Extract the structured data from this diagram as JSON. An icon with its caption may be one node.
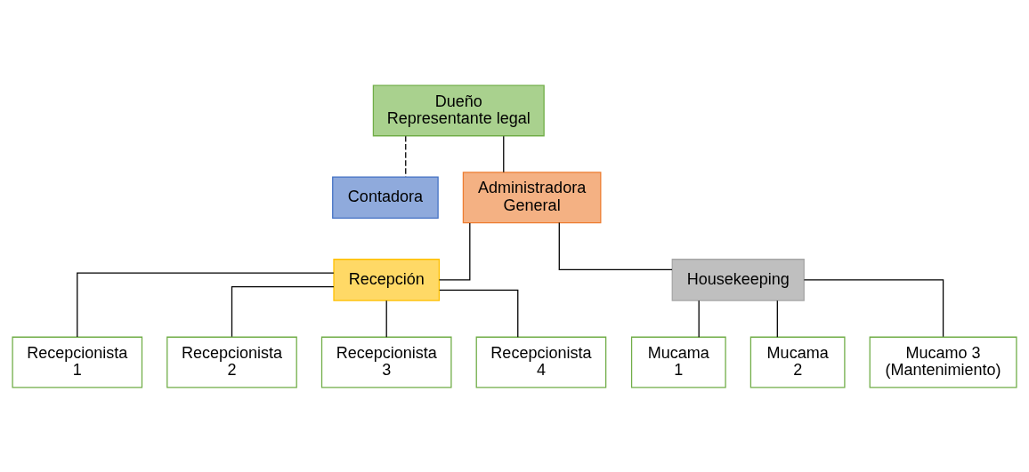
{
  "diagram": {
    "nodes": [
      {
        "text": [
          "Dueño Representante legal"
        ]
      },
      {
        "text": [
          "Contadora"
        ]
      },
      {
        "text": [
          "Administradora General"
        ]
      },
      {
        "text": [
          "Recepción"
        ]
      },
      {
        "text": [
          "Housekeeping"
        ]
      },
      {
        "text": [
          "Recepcionista 1"
        ]
      },
      {
        "text": [
          "Recepcionista 2"
        ]
      },
      {
        "text": [
          "Recepcionista 3"
        ]
      },
      {
        "text": [
          "Recepcionista 4"
        ]
      },
      {
        "text": [
          "Mucama 1"
        ]
      },
      {
        "text": [
          "Mucama 2"
        ]
      },
      {
        "text": [
          "Mucamo 3 (Mantenimiento)"
        ]
      }
    ],
    "edges": [
      {
        "from": 0,
        "to": 2,
        "arrow": "none"
      },
      {
        "from": 0,
        "to": 1,
        "arrow": "none",
        "style": "dashed"
      },
      {
        "from": 2,
        "to": 3,
        "arrow": "none"
      },
      {
        "from": 2,
        "to": 4,
        "arrow": "none"
      },
      {
        "from": 3,
        "to": 5,
        "arrow": "none"
      },
      {
        "from": 3,
        "to": 6,
        "arrow": "none"
      },
      {
        "from": 3,
        "to": 7,
        "arrow": "none"
      },
      {
        "from": 3,
        "to": 8,
        "arrow": "none"
      },
      {
        "from": 4,
        "to": 9,
        "arrow": "none"
      },
      {
        "from": 4,
        "to": 10,
        "arrow": "none"
      },
      {
        "from": 4,
        "to": 11,
        "arrow": "none"
      }
    ]
  }
}
